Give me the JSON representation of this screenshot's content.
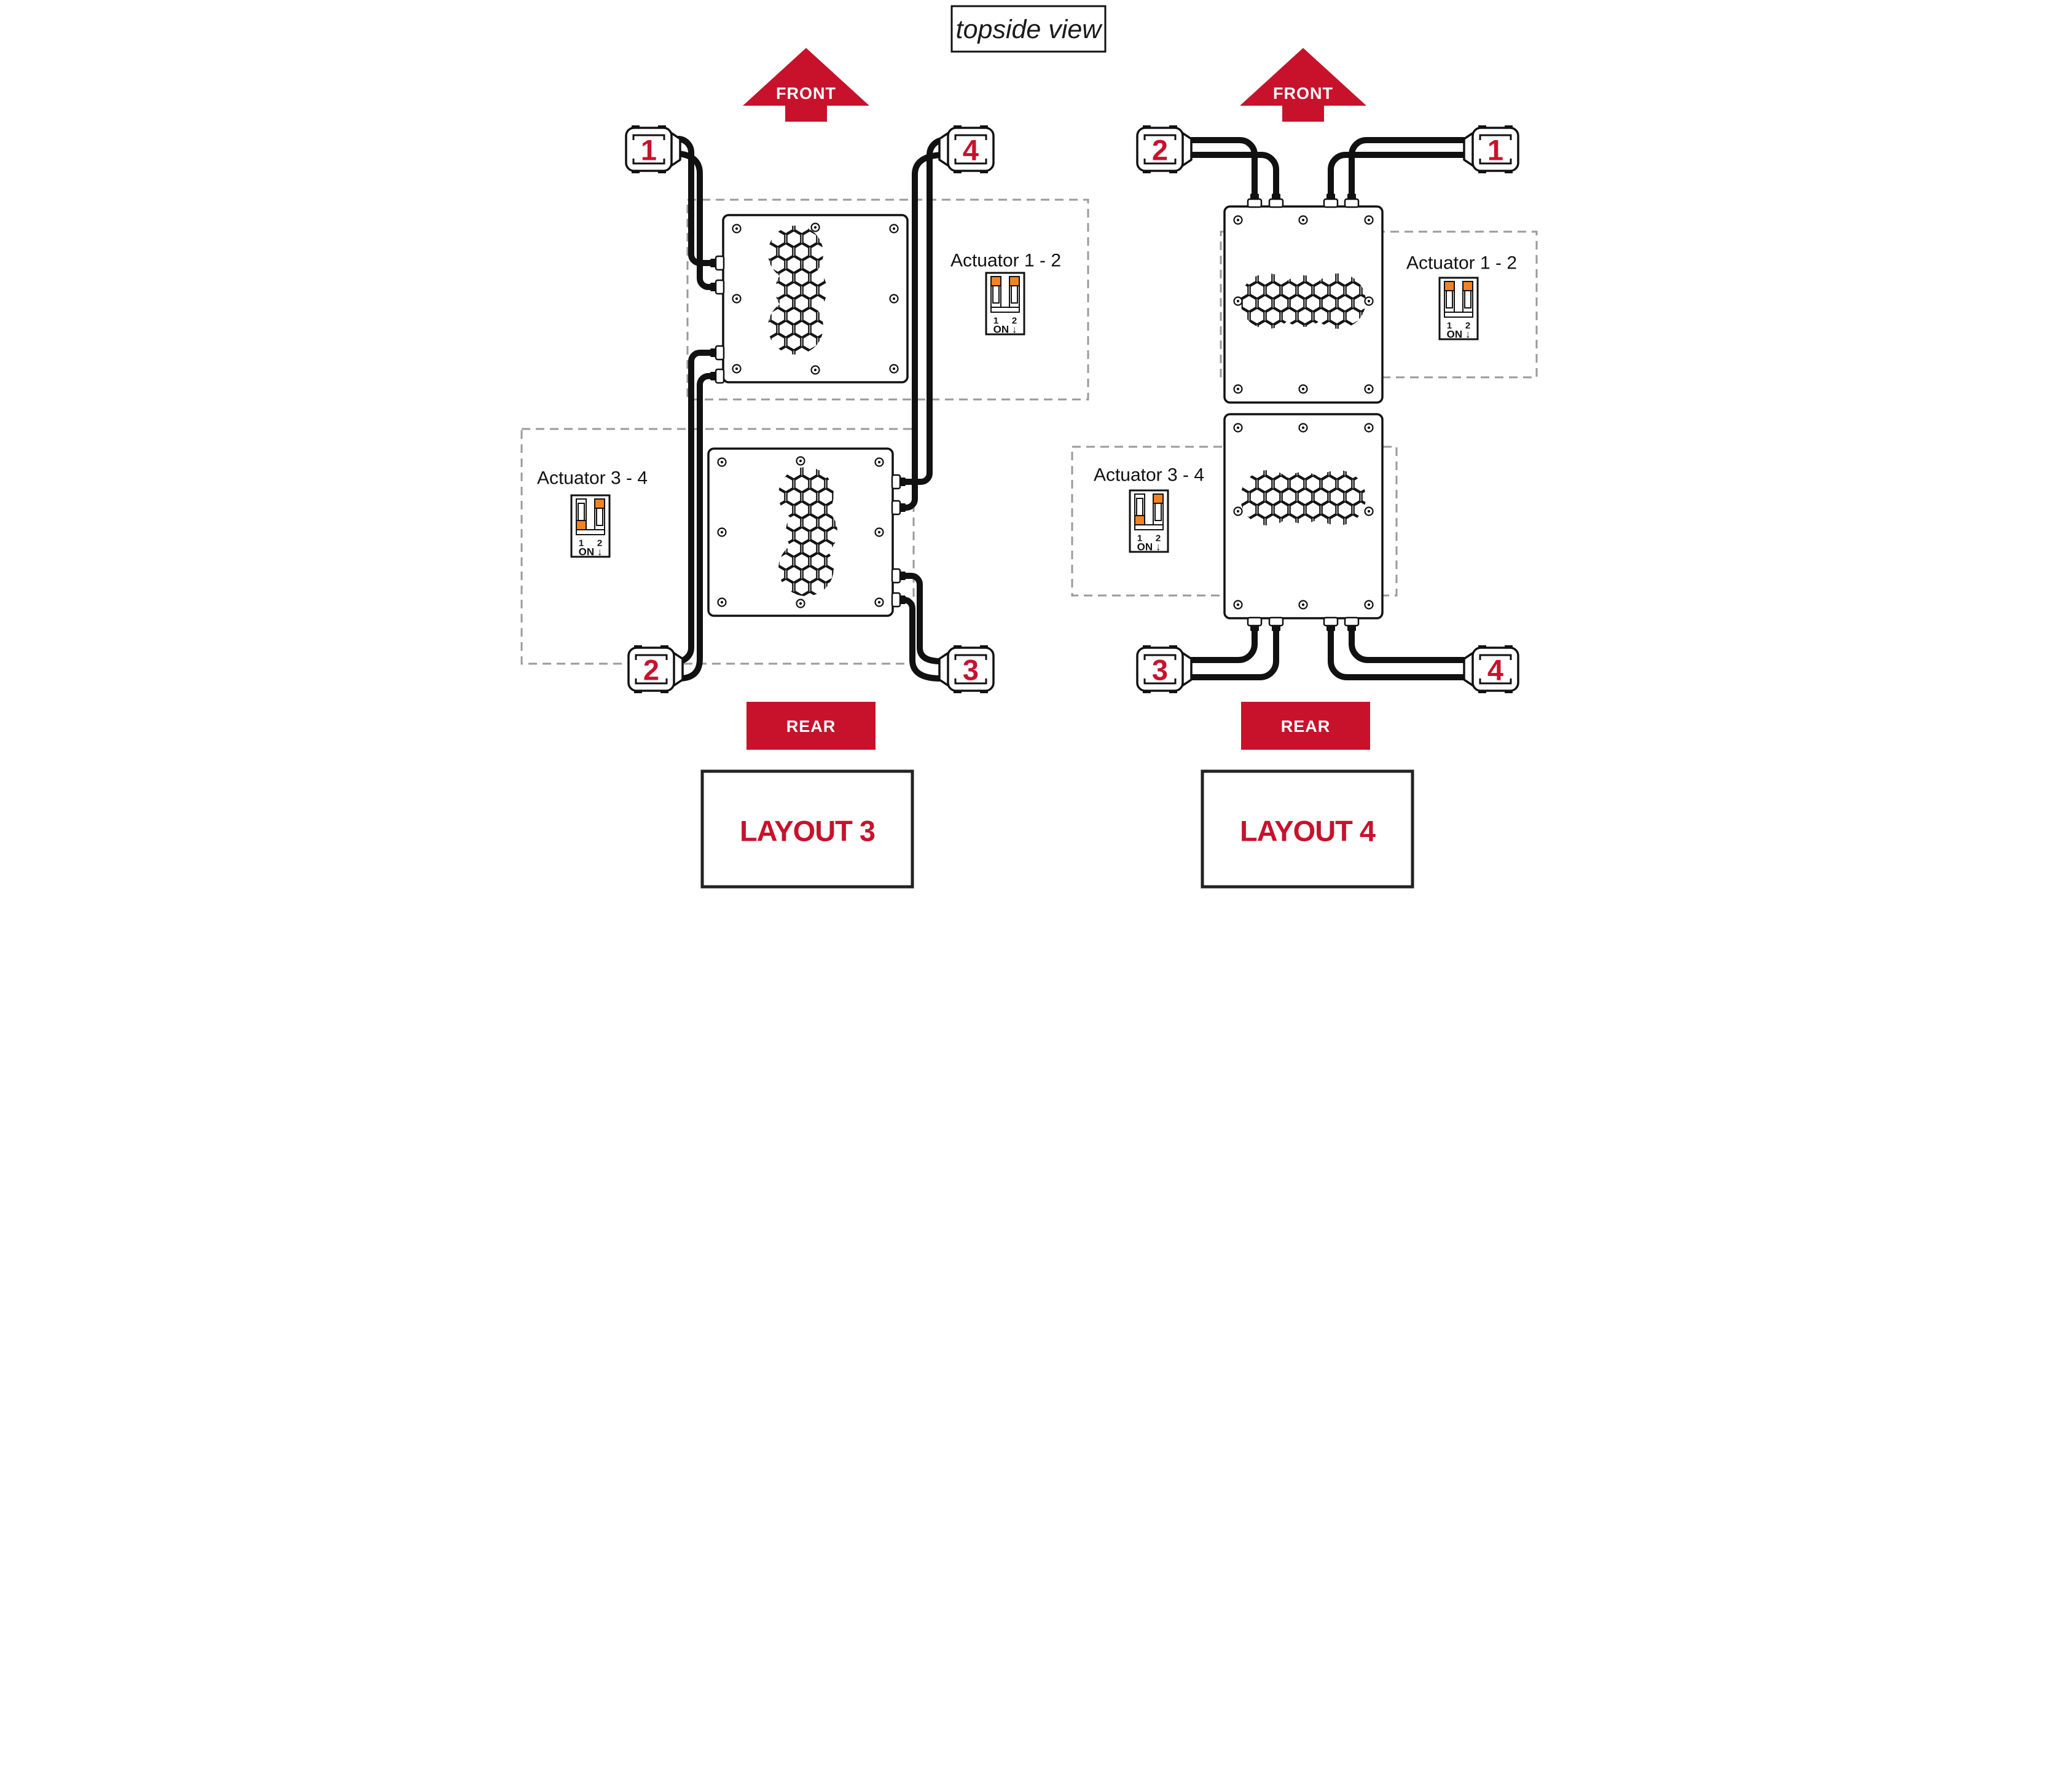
{
  "title": "topside view",
  "colors": {
    "accent_red": "#C8122C",
    "switch_orange": "#F08324",
    "line_black": "#111111",
    "dashed_gray": "#9A9A9A"
  },
  "layouts": {
    "left": {
      "name": "LAYOUT 3",
      "front_label": "FRONT",
      "rear_label": "REAR",
      "connectors": {
        "top_left": "1",
        "top_right": "4",
        "bottom_left": "2",
        "bottom_right": "3"
      },
      "actuator12": {
        "label": "Actuator 1 - 2",
        "pin1": "1",
        "pin2": "2",
        "on_label": "ON ↓",
        "switch1_position": "up (off)",
        "switch2_position": "up (off)"
      },
      "actuator34": {
        "label": "Actuator 3 - 4",
        "pin1": "1",
        "pin2": "2",
        "on_label": "ON ↓",
        "switch1_position": "down (on)",
        "switch2_position": "up (off)"
      }
    },
    "right": {
      "name": "LAYOUT 4",
      "front_label": "FRONT",
      "rear_label": "REAR",
      "connectors": {
        "top_left": "2",
        "top_right": "1",
        "bottom_left": "3",
        "bottom_right": "4"
      },
      "actuator12": {
        "label": "Actuator 1 - 2",
        "pin1": "1",
        "pin2": "2",
        "on_label": "ON ↓",
        "switch1_position": "up (off)",
        "switch2_position": "up (off)"
      },
      "actuator34": {
        "label": "Actuator 3 - 4",
        "pin1": "1",
        "pin2": "2",
        "on_label": "ON ↓",
        "switch1_position": "down (on)",
        "switch2_position": "up (off)"
      }
    }
  }
}
